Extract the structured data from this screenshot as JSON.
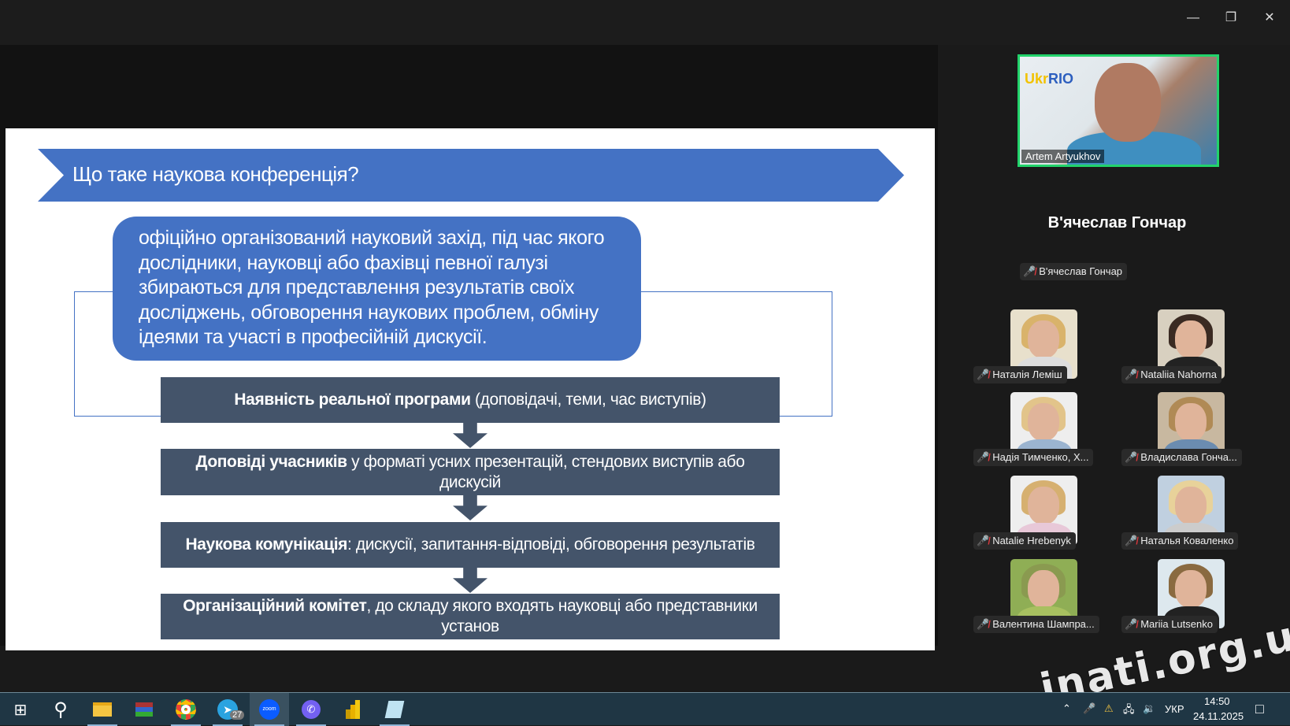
{
  "window": {
    "minimize_icon": "minimize-icon",
    "restore_icon": "restore-icon",
    "close_icon": "close-icon"
  },
  "slide": {
    "title": "Що таке наукова конференція?",
    "definition": "офіційно організований науковий захід, під час якого дослідники, науковці або фахівці певної галузі збираються для представлення результатів своїх досліджень, обговорення наукових проблем, обміну ідеями та участі в професійній дискусії.",
    "steps": [
      {
        "bold": "Наявність реальної програми",
        "rest": " (доповідачі, теми, час виступів)"
      },
      {
        "bold": "Доповіді учасників",
        "rest": " у форматі усних презентацій, стендових виступів або дискусій"
      },
      {
        "bold": "Наукова комунікація",
        "rest": ": дискусії, запитання-відповіді, обговорення результатів"
      },
      {
        "bold": "Організаційний комітет",
        "rest": ", до складу якого входять науковці або представники установ"
      }
    ],
    "colors": {
      "blue": "#4472c4",
      "dark": "#44546a"
    }
  },
  "speaker": {
    "name": "Artem Artyukhov",
    "logo_a": "Ukr",
    "logo_b": "RIO"
  },
  "active_speaker": {
    "title": "В'ячеслав Гончар",
    "tag": "В'ячеслав Гончар"
  },
  "participants": [
    {
      "name": "Наталія Леміш"
    },
    {
      "name": "Nataliia Nahorna"
    },
    {
      "name": "Надія Тимченко, Х..."
    },
    {
      "name": "Владислава Гонча..."
    },
    {
      "name": "Natalie Hrebenyk"
    },
    {
      "name": "Наталья Коваленко"
    },
    {
      "name": "Валентина Шампра..."
    },
    {
      "name": "Mariia Lutsenko"
    }
  ],
  "taskbar": {
    "apps": [
      "start",
      "search",
      "file-explorer",
      "winrar",
      "chrome",
      "telegram",
      "zoom",
      "viber",
      "power-bi",
      "notepad"
    ],
    "telegram_badge": "27",
    "zoom_label": "zoom",
    "language": "УКР",
    "time": "14:50",
    "date": "24.11.2025"
  },
  "watermark": "inati.org.ua"
}
